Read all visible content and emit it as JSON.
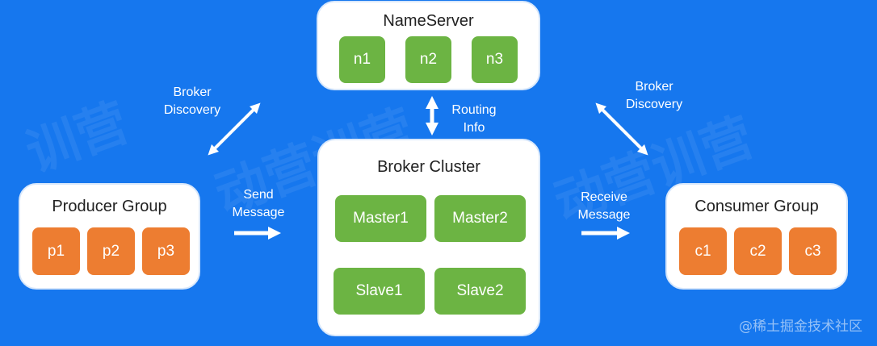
{
  "nameserver": {
    "title": "NameServer",
    "nodes": [
      "n1",
      "n2",
      "n3"
    ]
  },
  "broker": {
    "title": "Broker Cluster",
    "masters": [
      "Master1",
      "Master2"
    ],
    "slaves": [
      "Slave1",
      "Slave2"
    ]
  },
  "producer": {
    "title": "Producer Group",
    "nodes": [
      "p1",
      "p2",
      "p3"
    ]
  },
  "consumer": {
    "title": "Consumer Group",
    "nodes": [
      "c1",
      "c2",
      "c3"
    ]
  },
  "labels": {
    "broker_discovery_left": [
      "Broker",
      "Discovery"
    ],
    "broker_discovery_right": [
      "Broker",
      "Discovery"
    ],
    "routing_info": [
      "Routing",
      "Info"
    ],
    "send_message": [
      "Send",
      "Message"
    ],
    "receive_message": [
      "Receive",
      "Message"
    ]
  },
  "watermark": "@稀土掘金技术社区",
  "colors": {
    "background": "#1677ee",
    "green": "#6cb443",
    "orange": "#ed7d31",
    "arrow": "#ffffff"
  }
}
